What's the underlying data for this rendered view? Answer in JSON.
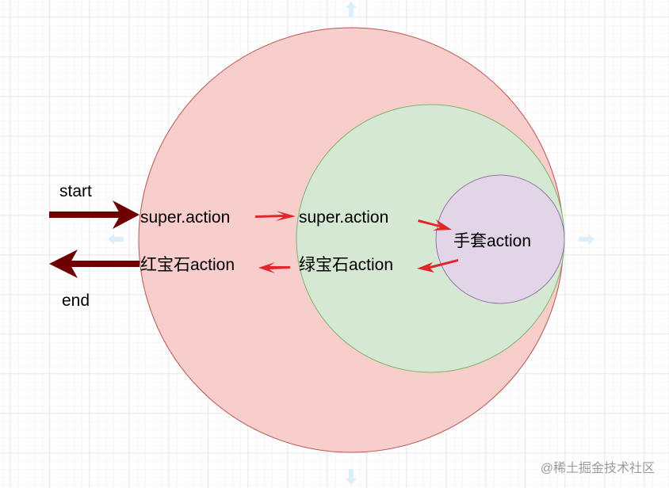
{
  "labels": {
    "start": "start",
    "end": "end",
    "outer_super": "super.action",
    "outer_return": "红宝石action",
    "middle_super": "super.action",
    "middle_return": "绿宝石action",
    "inner": "手套action"
  },
  "watermark": "@稀土掘金技术社区",
  "colors": {
    "outer_fill": "#f8cecc",
    "outer_stroke": "#b85450",
    "middle_fill": "#d5e8d4",
    "middle_stroke": "#82b366",
    "inner_fill": "#e1d5e7",
    "inner_stroke": "#9673a6",
    "big_arrow": "#6f0000",
    "small_arrow": "#e3252b"
  }
}
